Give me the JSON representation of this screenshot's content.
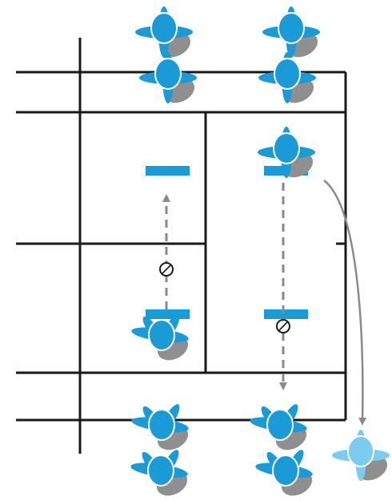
{
  "diagram": {
    "colors": {
      "court_line": "#1a1a1a",
      "player": "#1a9bd7",
      "player_highlight": "#7ccbf0",
      "shadow": "#8f8f8f",
      "target_bar": "#1a9bd7",
      "arrow": "#8a8a8a",
      "ball": "#1a1a1a"
    },
    "elements": {
      "players": [
        "player-top-left-1",
        "player-top-right-1",
        "player-top-left-2",
        "player-top-right-2",
        "player-server-right",
        "player-mid-left",
        "player-bottom-left-1",
        "player-bottom-right-1",
        "player-bottom-left-2",
        "player-bottom-right-2",
        "player-destination"
      ],
      "icons": [
        "ball-icon",
        "arrow",
        "target-bar"
      ]
    }
  }
}
